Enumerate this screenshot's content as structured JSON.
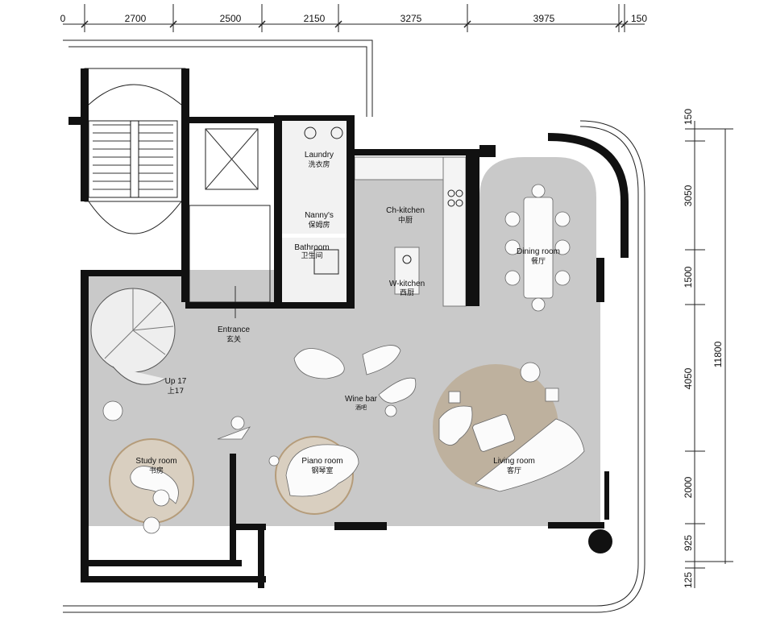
{
  "dimensions": {
    "top": [
      "0",
      "2700",
      "2500",
      "2150",
      "3275",
      "3975",
      "150"
    ],
    "right": [
      "150",
      "3050",
      "1500",
      "4050",
      "2000",
      "925",
      "125"
    ],
    "total_right": "11800"
  },
  "rooms": {
    "laundry": {
      "en": "Laundry",
      "cn": "洗衣房"
    },
    "nanny": {
      "en": "Nanny's",
      "cn": "保姆房"
    },
    "bathroom": {
      "en": "Bathroom",
      "cn": "卫生间"
    },
    "ch_kitchen": {
      "en": "Ch-kitchen",
      "cn": "中厨"
    },
    "w_kitchen": {
      "en": "W-kitchen",
      "cn": "西厨"
    },
    "dining": {
      "en": "Dining room",
      "cn": "餐厅"
    },
    "entrance": {
      "en": "Entrance",
      "cn": "玄关"
    },
    "stairs_up": {
      "en": "Up 17",
      "cn": "上17"
    },
    "wine_bar": {
      "en": "Wine bar",
      "cn": "酒吧"
    },
    "study": {
      "en": "Study room",
      "cn": "书房"
    },
    "piano": {
      "en": "Piano room",
      "cn": "钢琴室"
    },
    "living": {
      "en": "Living room",
      "cn": "客厅"
    }
  },
  "colors": {
    "wall": "#111111",
    "floor": "#c9c9c9",
    "rug": "#b59c7a"
  }
}
